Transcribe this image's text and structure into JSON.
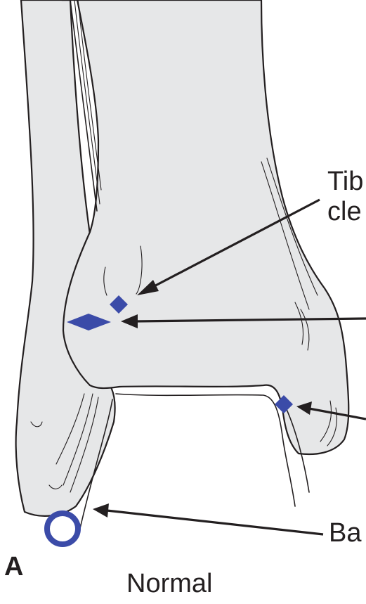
{
  "figure": {
    "panel_letter": "A",
    "caption": "Normal",
    "labels": {
      "tibial_clear_space_line1": "Tib",
      "tibial_clear_space_line2": "cle",
      "baseline": "Ba"
    }
  },
  "colors": {
    "bone_fill": "#e6e7e8",
    "outline": "#231f20",
    "marker_blue": "#3b4ba8"
  },
  "icons": {
    "small_diamond": "diamond-marker",
    "large_diamond": "diamond-marker",
    "medial_diamond": "diamond-marker",
    "ring": "circle-ring-marker"
  }
}
